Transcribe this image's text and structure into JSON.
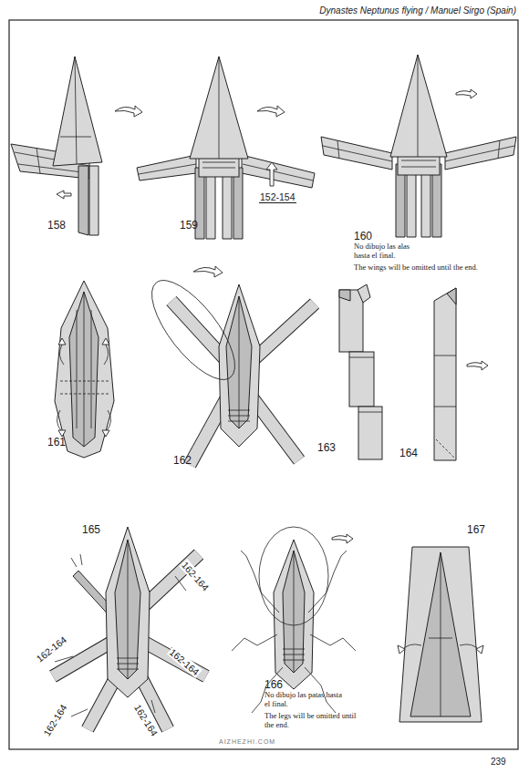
{
  "diagram": {
    "title": "Dynastes Neptunus flying / Manuel Sirgo (Spain)",
    "labels": [
      "158",
      "159",
      "152-154",
      "160",
      "No dibujo las alas hasta el final.",
      "The wings will be omitted until the end.",
      "161",
      "162",
      "163",
      "164",
      "165",
      "162-164",
      "162-164",
      "162-164",
      "162-164",
      "162-164",
      "166",
      "No dibujo las patas hasta el final.",
      "The legs will be omitted until the end.",
      "167",
      "239",
      "AIZHEZHI.COM"
    ]
  }
}
